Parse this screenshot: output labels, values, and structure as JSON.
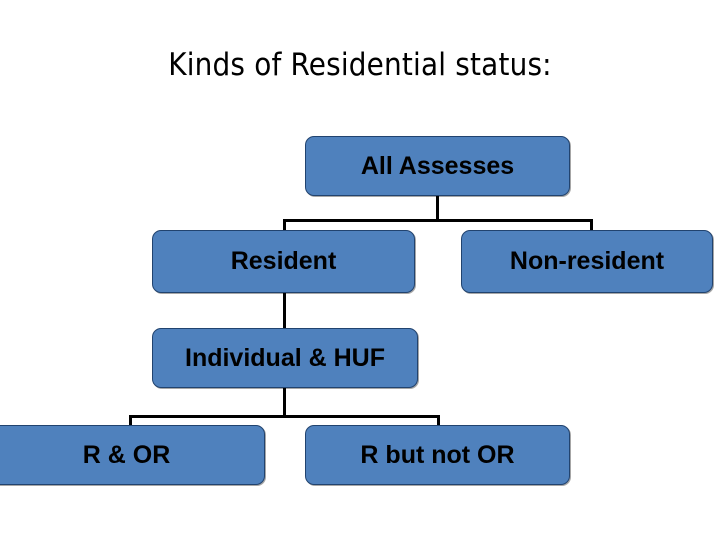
{
  "page": {
    "title": "Kinds of Residential status:",
    "background_color": "#ffffff"
  },
  "theme": {
    "node_fill": "#4F81BD",
    "node_border": "#21436F",
    "node_text": "#000000",
    "connector": "#000000"
  },
  "diagram": {
    "type": "org-chart",
    "nodes": [
      {
        "id": "all-assesses",
        "label": "All Assesses",
        "level": 0
      },
      {
        "id": "resident",
        "label": "Resident",
        "level": 1
      },
      {
        "id": "non-resident",
        "label": "Non-resident",
        "level": 1
      },
      {
        "id": "individual-huf",
        "label": "Individual & HUF",
        "level": 2
      },
      {
        "id": "r-and-or",
        "label": "R & OR",
        "level": 3
      },
      {
        "id": "r-but-not-or",
        "label": "R but not OR",
        "level": 3
      }
    ],
    "edges": [
      {
        "from": "all-assesses",
        "to": "resident"
      },
      {
        "from": "all-assesses",
        "to": "non-resident"
      },
      {
        "from": "resident",
        "to": "individual-huf"
      },
      {
        "from": "individual-huf",
        "to": "r-and-or"
      },
      {
        "from": "individual-huf",
        "to": "r-but-not-or"
      }
    ]
  }
}
